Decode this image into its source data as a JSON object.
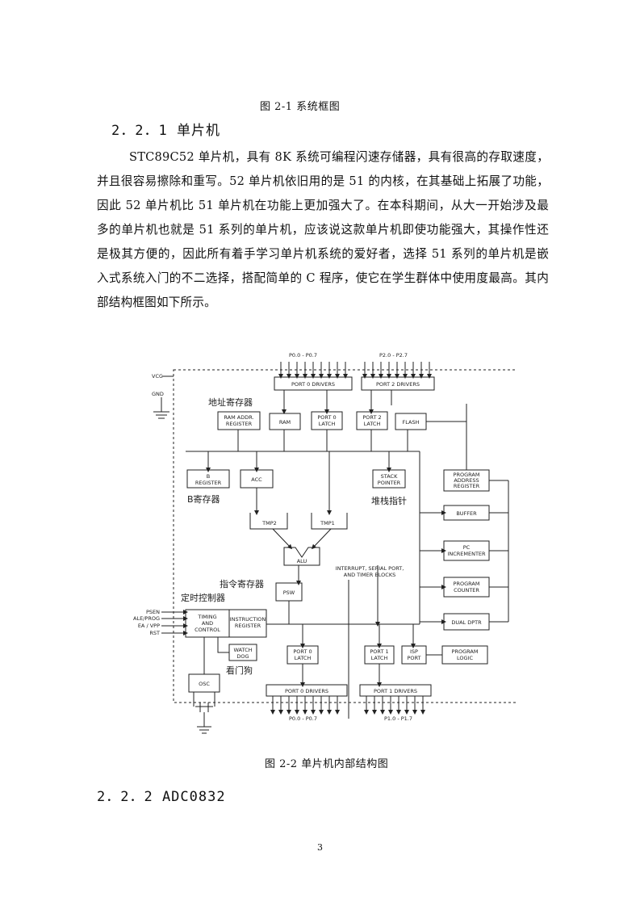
{
  "figure1": {
    "caption": "图 2-1 系统框图"
  },
  "section1": {
    "heading": "2．2．1 单片机",
    "paragraph": "STC89C52 单片机，具有 8K 系统可编程闪速存储器，具有很高的存取速度，并且很容易擦除和重写。52 单片机依旧用的是 51 的内核，在其基础上拓展了功能，因此 52 单片机比 51 单片机在功能上更加强大了。在本科期间，从大一开始涉及最多的单片机也就是 51 系列的单片机，应该说这款单片机即使功能强大，其操作性还是极其方便的，因此所有着手学习单片机系统的爱好者，选择 51 系列的单片机是嵌入式系统入门的不二选择，搭配简单的 C 程序，使它在学生群体中使用度最高。其内部结构框图如下所示。"
  },
  "diagram": {
    "top_bus_left": "P0.0 - P0.7",
    "top_bus_right": "P2.0 - P2.7",
    "bottom_bus_left": "P0.0 - P0.7",
    "bottom_bus_right": "P1.0 - P1.7",
    "vcc": "VCC",
    "gnd": "GND",
    "blocks": {
      "port0_drivers_top": "PORT 0 DRIVERS",
      "port2_drivers": "PORT 2 DRIVERS",
      "ram_addr_line1": "RAM ADDR.",
      "ram_addr_line2": "REGISTER",
      "ram": "RAM",
      "port0_latch_top_l1": "PORT 0",
      "port0_latch_top_l2": "LATCH",
      "port2_latch_l1": "PORT 2",
      "port2_latch_l2": "LATCH",
      "flash": "FLASH",
      "b_reg_l1": "B",
      "b_reg_l2": "REGISTER",
      "acc": "ACC",
      "stack_l1": "STACK",
      "stack_l2": "POINTER",
      "prog_addr_l1": "PROGRAM",
      "prog_addr_l2": "ADDRESS",
      "prog_addr_l3": "REGISTER",
      "buffer": "BUFFER",
      "pc_inc_l1": "PC",
      "pc_inc_l2": "INCREMENTER",
      "prog_counter_l1": "PROGRAM",
      "prog_counter_l2": "COUNTER",
      "dptr": "DUAL DPTR",
      "tmp2": "TMP2",
      "tmp1": "TMP1",
      "alu": "ALU",
      "interrupt_l1": "INTERRUPT, SERIAL PORT,",
      "interrupt_l2": "AND TIMER BLOCKS",
      "psw": "PSW",
      "timing_l1": "TIMING",
      "timing_l2": "AND",
      "timing_l3": "CONTROL",
      "instr_l1": "INSTRUCTION",
      "instr_l2": "REGISTER",
      "watchdog_l1": "WATCH",
      "watchdog_l2": "DOG",
      "port0_latch_bot_l1": "PORT 0",
      "port0_latch_bot_l2": "LATCH",
      "port1_latch_l1": "PORT 1",
      "port1_latch_l2": "LATCH",
      "isp_l1": "ISP",
      "isp_l2": "PORT",
      "prog_logic_l1": "PROGRAM",
      "prog_logic_l2": "LOGIC",
      "osc": "OSC",
      "port0_drivers_bot": "PORT 0 DRIVERS",
      "port1_drivers": "PORT 1 DRIVERS"
    },
    "signals": {
      "psen": "PSEN",
      "ale": "ALE/PROG",
      "ea": "EA / VPP",
      "rst": "RST"
    },
    "cn_labels": {
      "addr_reg": "地址寄存器",
      "b_reg": "B寄存器",
      "stack": "堆栈指针",
      "instr_reg": "指令寄存器",
      "timing": "定时控制器",
      "watchdog": "看门狗"
    }
  },
  "figure2": {
    "caption": "图 2-2 单片机内部结构图"
  },
  "section2": {
    "heading": "2．2．2 ADC0832"
  },
  "page": {
    "number": "3"
  }
}
